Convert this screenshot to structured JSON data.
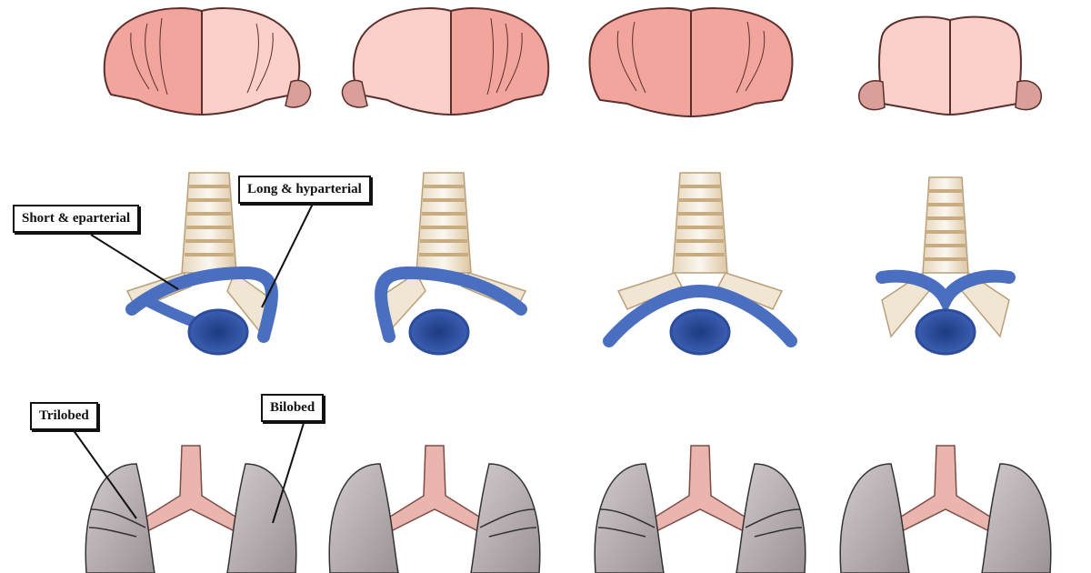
{
  "labels": {
    "short_eparterial": "Short & eparterial",
    "long_hyparterial": "Long & hyparterial",
    "trilobed": "Trilobed",
    "bilobed": "Bilobed"
  },
  "colors": {
    "heart_dark": "#f2a59c",
    "heart_light": "#fbd0ca",
    "heart_stroke": "#5a2f2c",
    "vessel_blue": "#4a6ec0",
    "vessel_dark": "#2c4d9c",
    "trachea_cream": "#f3ede2",
    "trachea_tan": "#e0c9a0",
    "airway_pink": "#e9b5ad",
    "lung_gray": "#bcb4b6",
    "lung_dark": "#8f8689",
    "outline": "#333333"
  },
  "columns": [
    {
      "atrium_left": "dark",
      "atrium_right": "light",
      "appendage": "right",
      "lungs": "trilobed-bilobed"
    },
    {
      "atrium_left": "light",
      "atrium_right": "dark",
      "appendage": "left",
      "lungs": "bilobed-trilobed"
    },
    {
      "atrium_left": "dark",
      "atrium_right": "dark",
      "appendage": "none",
      "lungs": "trilobed-trilobed"
    },
    {
      "atrium_left": "light",
      "atrium_right": "light",
      "appendage": "both",
      "lungs": "bilobed-bilobed"
    }
  ]
}
